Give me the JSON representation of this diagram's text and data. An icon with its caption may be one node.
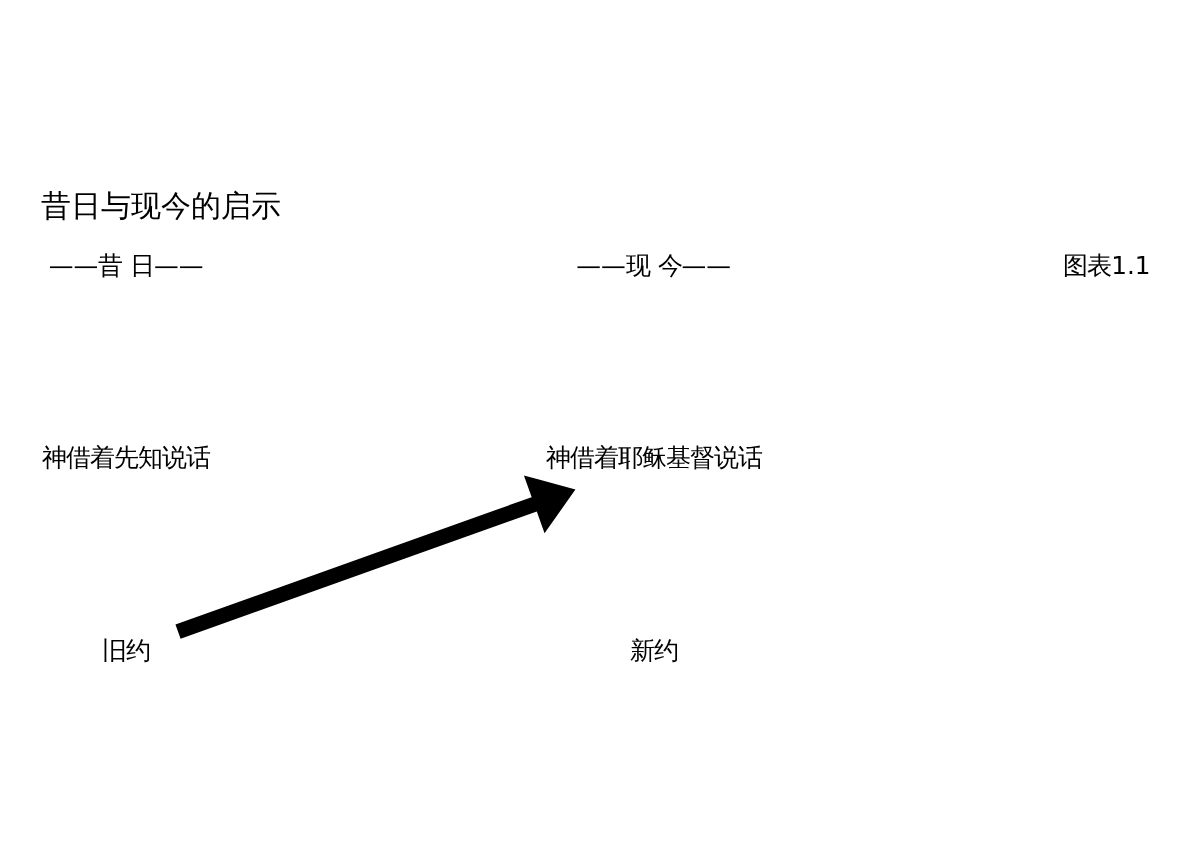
{
  "diagram": {
    "title": "昔日与现今的启示",
    "nodes": [
      {
        "text": [
          "旧约"
        ]
      },
      {
        "text": [
          "神借着耶稣基督说话"
        ]
      }
    ],
    "edges": [
      {
        "from": 0,
        "to": 1,
        "arrow": "to"
      }
    ],
    "labels": [
      "图表1.1",
      "——昔 日——",
      "——现 今——",
      "神借着先知说话",
      "新约"
    ]
  }
}
